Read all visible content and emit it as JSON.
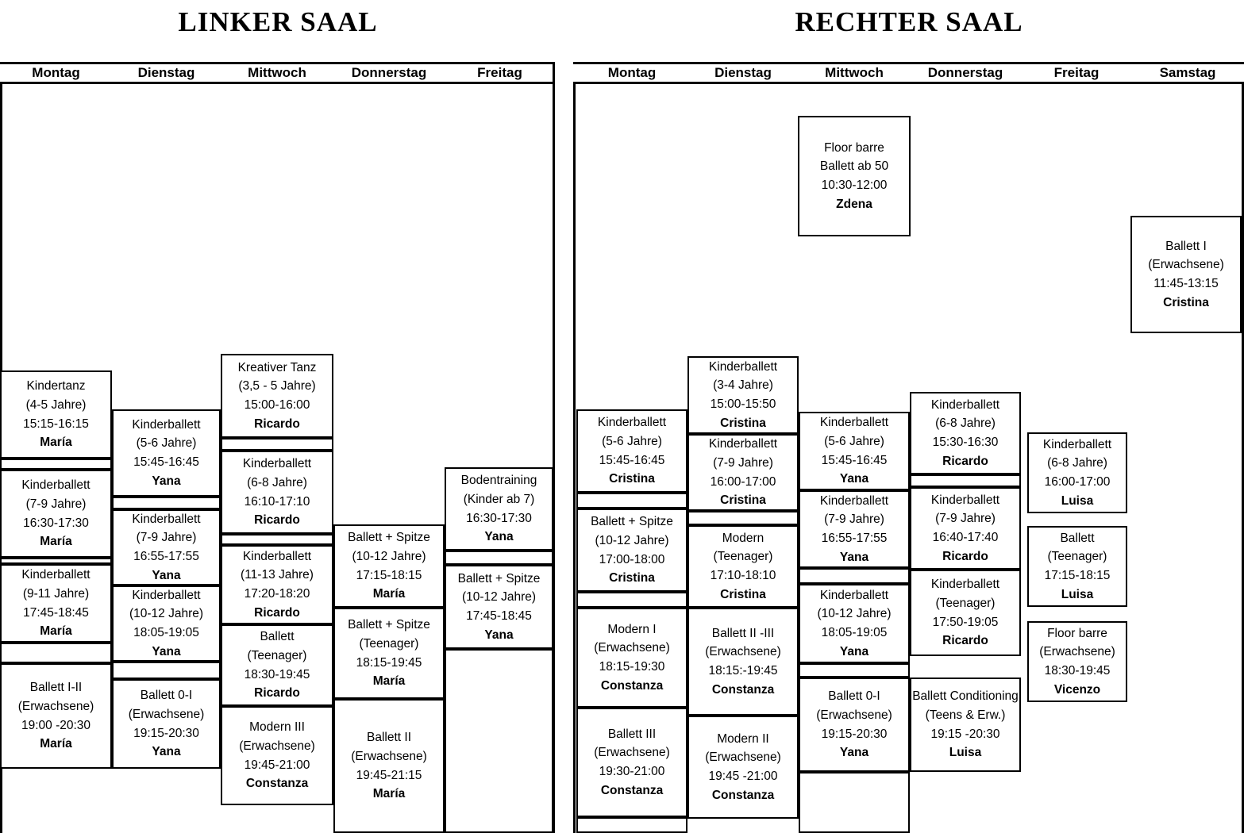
{
  "halls": [
    {
      "title": "LINKER SAAL",
      "days": [
        "Montag",
        "Dienstag",
        "Mittwoch",
        "Donnerstag",
        "Freitag"
      ],
      "classes": [
        {
          "day": "Montag",
          "name": "Kindertanz",
          "age": "(4-5 Jahre)",
          "time": "15:15-16:15",
          "teacher": "María"
        },
        {
          "day": "Montag",
          "name": "Kinderballett",
          "age": "(7-9 Jahre)",
          "time": "16:30-17:30",
          "teacher": "María"
        },
        {
          "day": "Montag",
          "name": "Kinderballett",
          "age": "(9-11 Jahre)",
          "time": "17:45-18:45",
          "teacher": "María"
        },
        {
          "day": "Montag",
          "name": "Ballett I-II",
          "age": "(Erwachsene)",
          "time": "19:00 -20:30",
          "teacher": "María"
        },
        {
          "day": "Dienstag",
          "name": "Kinderballett",
          "age": "(5-6 Jahre)",
          "time": "15:45-16:45",
          "teacher": "Yana"
        },
        {
          "day": "Dienstag",
          "name": "Kinderballett",
          "age": "(7-9 Jahre)",
          "time": "16:55-17:55",
          "teacher": "Yana"
        },
        {
          "day": "Dienstag",
          "name": "Kinderballett",
          "age": "(10-12 Jahre)",
          "time": "18:05-19:05",
          "teacher": "Yana"
        },
        {
          "day": "Dienstag",
          "name": "Ballett 0-I",
          "age": "(Erwachsene)",
          "time": "19:15-20:30",
          "teacher": "Yana"
        },
        {
          "day": "Mittwoch",
          "name": "Kreativer Tanz",
          "age": "(3,5 - 5 Jahre)",
          "time": "15:00-16:00",
          "teacher": "Ricardo"
        },
        {
          "day": "Mittwoch",
          "name": "Kinderballett",
          "age": "(6-8 Jahre)",
          "time": "16:10-17:10",
          "teacher": "Ricardo"
        },
        {
          "day": "Mittwoch",
          "name": "Kinderballett",
          "age": "(11-13 Jahre)",
          "time": "17:20-18:20",
          "teacher": "Ricardo"
        },
        {
          "day": "Mittwoch",
          "name": "Ballett",
          "age": "(Teenager)",
          "time": "18:30-19:45",
          "teacher": "Ricardo"
        },
        {
          "day": "Mittwoch",
          "name": "Modern III",
          "age": "(Erwachsene)",
          "time": "19:45-21:00",
          "teacher": "Constanza"
        },
        {
          "day": "Donnerstag",
          "name": "Ballett + Spitze",
          "age": "(10-12 Jahre)",
          "time": "17:15-18:15",
          "teacher": "María"
        },
        {
          "day": "Donnerstag",
          "name": "Ballett + Spitze",
          "age": "(Teenager)",
          "time": "18:15-19:45",
          "teacher": "María"
        },
        {
          "day": "Donnerstag",
          "name": "Ballett II",
          "age": "(Erwachsene)",
          "time": "19:45-21:15",
          "teacher": "María"
        },
        {
          "day": "Freitag",
          "name": "Bodentraining",
          "age": "(Kinder ab 7)",
          "time": "16:30-17:30",
          "teacher": "Yana"
        },
        {
          "day": "Freitag",
          "name": "Ballett + Spitze",
          "age": "(10-12 Jahre)",
          "time": "17:45-18:45",
          "teacher": "Yana"
        }
      ]
    },
    {
      "title": "RECHTER SAAL",
      "days": [
        "Montag",
        "Dienstag",
        "Mittwoch",
        "Donnerstag",
        "Freitag",
        "Samstag"
      ],
      "classes": [
        {
          "day": "Mittwoch",
          "name": "Floor barre",
          "age": "Ballett ab 50",
          "time": "10:30-12:00",
          "teacher": "Zdena"
        },
        {
          "day": "Samstag",
          "name": "Ballett I",
          "age": "(Erwachsene)",
          "time": "11:45-13:15",
          "teacher": "Cristina"
        },
        {
          "day": "Montag",
          "name": "Kinderballett",
          "age": "(5-6 Jahre)",
          "time": "15:45-16:45",
          "teacher": "Cristina"
        },
        {
          "day": "Montag",
          "name": "Ballett + Spitze",
          "age": "(10-12 Jahre)",
          "time": "17:00-18:00",
          "teacher": "Cristina"
        },
        {
          "day": "Montag",
          "name": "Modern I",
          "age": "(Erwachsene)",
          "time": "18:15-19:30",
          "teacher": "Constanza"
        },
        {
          "day": "Montag",
          "name": "Ballett III",
          "age": "(Erwachsene)",
          "time": "19:30-21:00",
          "teacher": "Constanza"
        },
        {
          "day": "Dienstag",
          "name": "Kinderballett",
          "age": "(3-4 Jahre)",
          "time": "15:00-15:50",
          "teacher": "Cristina"
        },
        {
          "day": "Dienstag",
          "name": "Kinderballett",
          "age": "(7-9 Jahre)",
          "time": "16:00-17:00",
          "teacher": "Cristina"
        },
        {
          "day": "Dienstag",
          "name": "Modern",
          "age": "(Teenager)",
          "time": "17:10-18:10",
          "teacher": "Cristina"
        },
        {
          "day": "Dienstag",
          "name": "Ballett II -III",
          "age": "(Erwachsene)",
          "time": "18:15:-19:45",
          "teacher": "Constanza"
        },
        {
          "day": "Dienstag",
          "name": "Modern II",
          "age": "(Erwachsene)",
          "time": "19:45 -21:00",
          "teacher": "Constanza"
        },
        {
          "day": "Mittwoch",
          "name": "Kinderballett",
          "age": "(5-6 Jahre)",
          "time": "15:45-16:45",
          "teacher": "Yana"
        },
        {
          "day": "Mittwoch",
          "name": "Kinderballett",
          "age": "(7-9 Jahre)",
          "time": "16:55-17:55",
          "teacher": "Yana"
        },
        {
          "day": "Mittwoch",
          "name": "Kinderballett",
          "age": "(10-12 Jahre)",
          "time": "18:05-19:05",
          "teacher": "Yana"
        },
        {
          "day": "Mittwoch",
          "name": "Ballett 0-I",
          "age": "(Erwachsene)",
          "time": "19:15-20:30",
          "teacher": "Yana"
        },
        {
          "day": "Donnerstag",
          "name": "Kinderballett",
          "age": "(6-8 Jahre)",
          "time": "15:30-16:30",
          "teacher": "Ricardo"
        },
        {
          "day": "Donnerstag",
          "name": "Kinderballett",
          "age": "(7-9 Jahre)",
          "time": "16:40-17:40",
          "teacher": "Ricardo"
        },
        {
          "day": "Donnerstag",
          "name": "Kinderballett",
          "age": "(Teenager)",
          "time": "17:50-19:05",
          "teacher": "Ricardo"
        },
        {
          "day": "Donnerstag",
          "name": "Ballett Conditioning",
          "age": "(Teens & Erw.)",
          "time": "19:15 -20:30",
          "teacher": "Luisa"
        },
        {
          "day": "Freitag",
          "name": "Kinderballett",
          "age": "(6-8 Jahre)",
          "time": "16:00-17:00",
          "teacher": "Luisa"
        },
        {
          "day": "Freitag",
          "name": "Ballett",
          "age": "(Teenager)",
          "time": "17:15-18:15",
          "teacher": "Luisa"
        },
        {
          "day": "Freitag",
          "name": "Floor barre",
          "age": "(Erwachsene)",
          "time": "18:30-19:45",
          "teacher": "Vicenzo"
        }
      ]
    }
  ]
}
